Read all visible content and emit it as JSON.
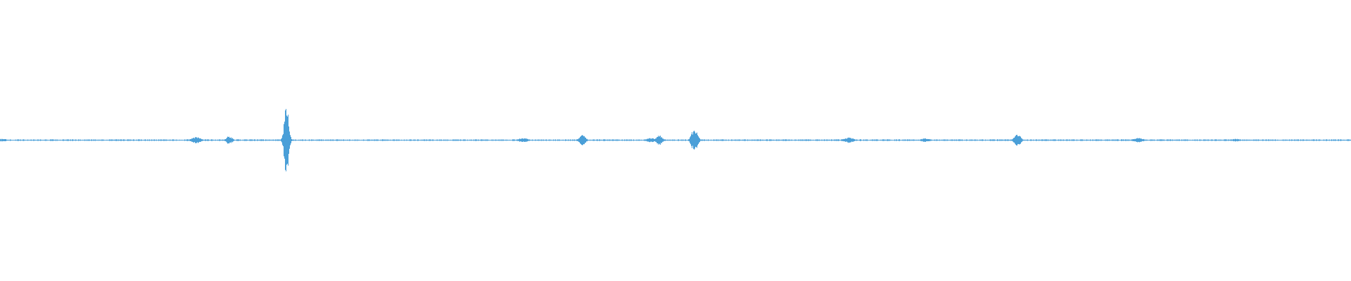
{
  "waveform": {
    "color": "#4a9fd8",
    "background": "#ffffff",
    "peak_amplitude": 0.5,
    "noise_floor": 0.012,
    "bursts": [
      {
        "at": 0.0016,
        "amplitude": 0.02
      },
      {
        "at": 0.145,
        "amplitude": 0.045
      },
      {
        "at": 0.1695,
        "amplitude": 0.06
      },
      {
        "at": 0.2118,
        "amplitude": 0.5
      },
      {
        "at": 0.387,
        "amplitude": 0.035
      },
      {
        "at": 0.431,
        "amplitude": 0.08
      },
      {
        "at": 0.4815,
        "amplitude": 0.035
      },
      {
        "at": 0.4878,
        "amplitude": 0.07
      },
      {
        "at": 0.5138,
        "amplitude": 0.17
      },
      {
        "at": 0.628,
        "amplitude": 0.04
      },
      {
        "at": 0.6845,
        "amplitude": 0.025
      },
      {
        "at": 0.753,
        "amplitude": 0.09
      },
      {
        "at": 0.8425,
        "amplitude": 0.035
      },
      {
        "at": 0.9145,
        "amplitude": 0.02
      }
    ]
  }
}
